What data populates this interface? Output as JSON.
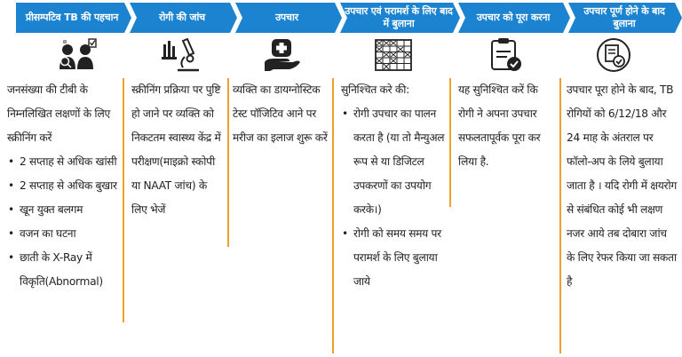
{
  "stages": [
    {
      "title": "प्रीसम्पटिव TB की पहचान"
    },
    {
      "title": "रोगी की जांच"
    },
    {
      "title": "उपचार"
    },
    {
      "title": "उपचार एवं परामर्श के लिए बाद में बुलाना"
    },
    {
      "title": "उपचार को पूरा करना"
    },
    {
      "title": "उपचार पूर्ण होने के बाद बुलाना"
    }
  ],
  "icons": [
    "people-checklist-icon",
    "microscope-icon",
    "medical-hand-icon",
    "calendar-grid-icon",
    "clipboard-check-icon",
    "document-check-icon"
  ],
  "columns": {
    "c1": {
      "intro": "जनसंख्या की टीबी के निम्नलिखित लक्षणों के लिए स्क्रीनिंग करें",
      "items": [
        "2 सप्ताह से अधिक खांसी",
        "2 सप्ताह से अधिक बुखार",
        "खून युक्त बलगम",
        "वजन का घटना",
        "छाती के X-Ray में विकृति(Abnormal)"
      ]
    },
    "c2": {
      "text": "स्क्रीनिंग प्रक्रिया पर पुष्टि हो जाने पर व्यक्ति को निकटतम स्वास्थ्य केंद्र में परीक्षण(माइक्रो स्कोपी या NAAT जांच) के लिए भेजें"
    },
    "c3": {
      "text": "व्यक्ति का डायग्नोस्टिक टेस्ट पॉजिटिव आने पर मरीज का इलाज शुरू करें"
    },
    "c4": {
      "intro": "सुनिश्चित करे की:",
      "items": [
        "रोगी उपचार का पालन करता है (या तो मैन्युअल रूप से या डिजिटल उपकरणों का उपयोग करके।)",
        "रोगी को समय समय पर परामर्श के लिए बुलाया जाये"
      ]
    },
    "c5": {
      "text": "यह सुनिश्चित करें कि रोगी ने अपना उपचार सफलतापूर्वक पूरा कर लिया है."
    },
    "c6": {
      "text": "उपचार पूरा होने के बाद, TB रोगियों को 6/12/18 और 24 माह के अंतराल पर फॉलो-अप के लिये बुलाया जाता है । यदि रोगी में क्षयरोग से संबंधित कोई भी लक्षण नजर आये तब दोबारा जांच के लिए रेफर किया जा सकता है"
    }
  },
  "colors": {
    "arrow": "#1c83d0",
    "separator": "#ffffff",
    "divider": "#f0a02a",
    "icon": "#222222"
  }
}
